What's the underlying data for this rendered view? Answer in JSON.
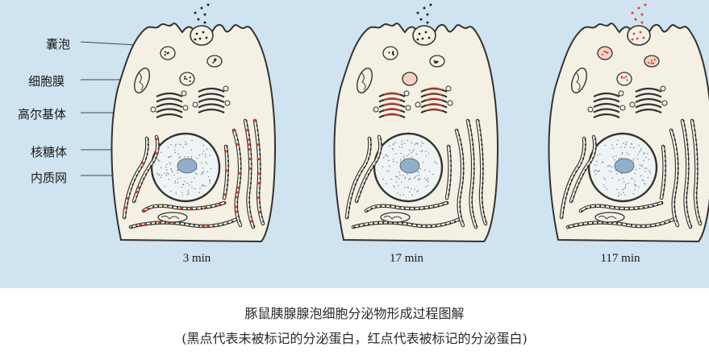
{
  "labels": {
    "vesicle": "囊泡",
    "membrane": "细胞膜",
    "golgi": "高尔基体",
    "ribosome": "核糖体",
    "er": "内质网"
  },
  "times": [
    "3 min",
    "17 min",
    "117 min"
  ],
  "caption": {
    "title": "豚鼠胰腺腺泡细胞分泌物形成过程图解",
    "subtitle": "(黑点代表未被标记的分泌蛋白，红点代表被标记的分泌蛋白)"
  },
  "colors": {
    "background": "#cfe3f0",
    "cell_fill": "#f4f1e4",
    "outline": "#333333",
    "labeled": "#d9442f",
    "unlabeled": "#222222"
  }
}
